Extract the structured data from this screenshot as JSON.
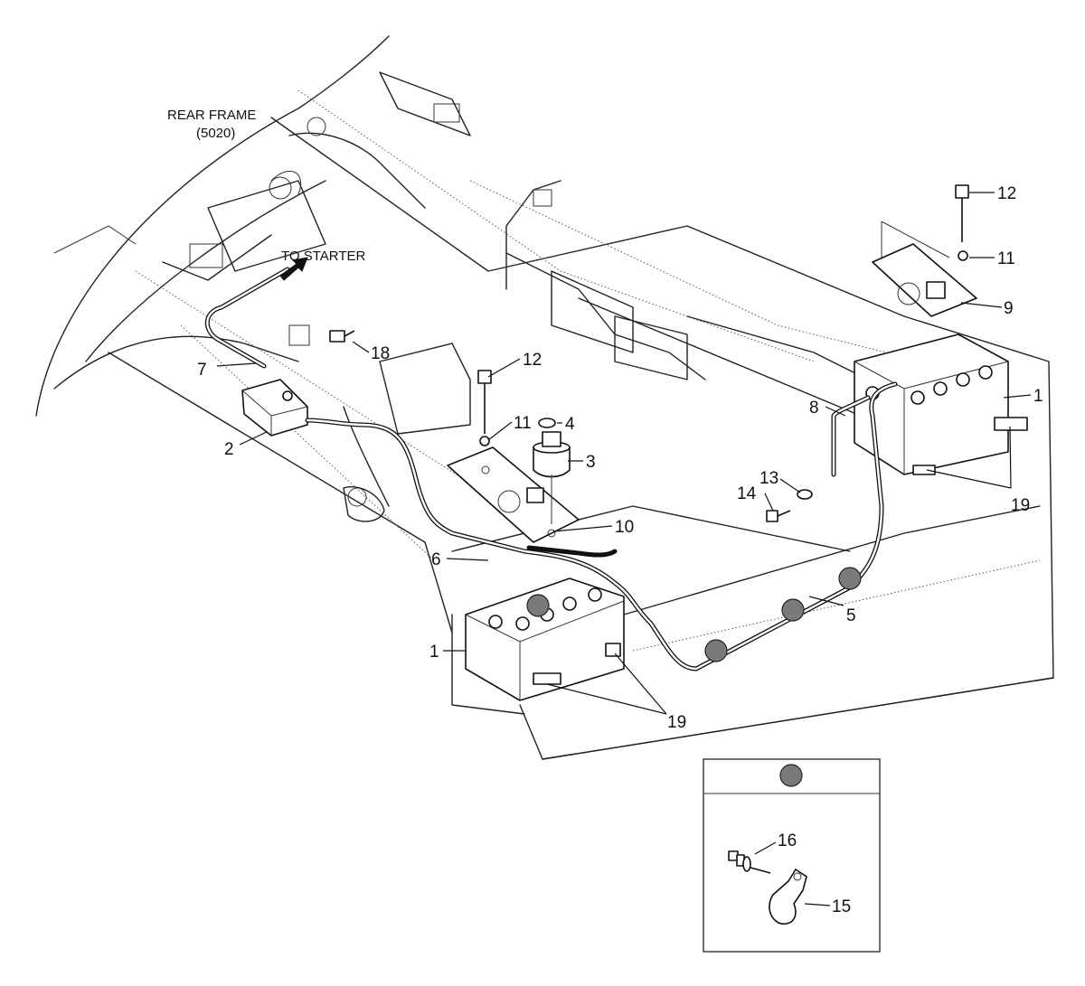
{
  "notes": {
    "rear_frame": "REAR FRAME",
    "rear_frame_code": "(5020)",
    "to_starter": "TO STARTER"
  },
  "callouts": {
    "c1a": "1",
    "c1b": "1",
    "c2": "2",
    "c3": "3",
    "c4": "4",
    "c5": "5",
    "c6": "6",
    "c7": "7",
    "c8": "8",
    "c9": "9",
    "c10": "10",
    "c11a": "11",
    "c11b": "11",
    "c12a": "12",
    "c12b": "12",
    "c13": "13",
    "c14": "14",
    "c15": "15",
    "c16": "16",
    "c18": "18",
    "c19a": "19",
    "c19b": "19"
  },
  "colors": {
    "line": "#111111",
    "clamp_marker": "#7a7a7a",
    "background": "#ffffff"
  }
}
